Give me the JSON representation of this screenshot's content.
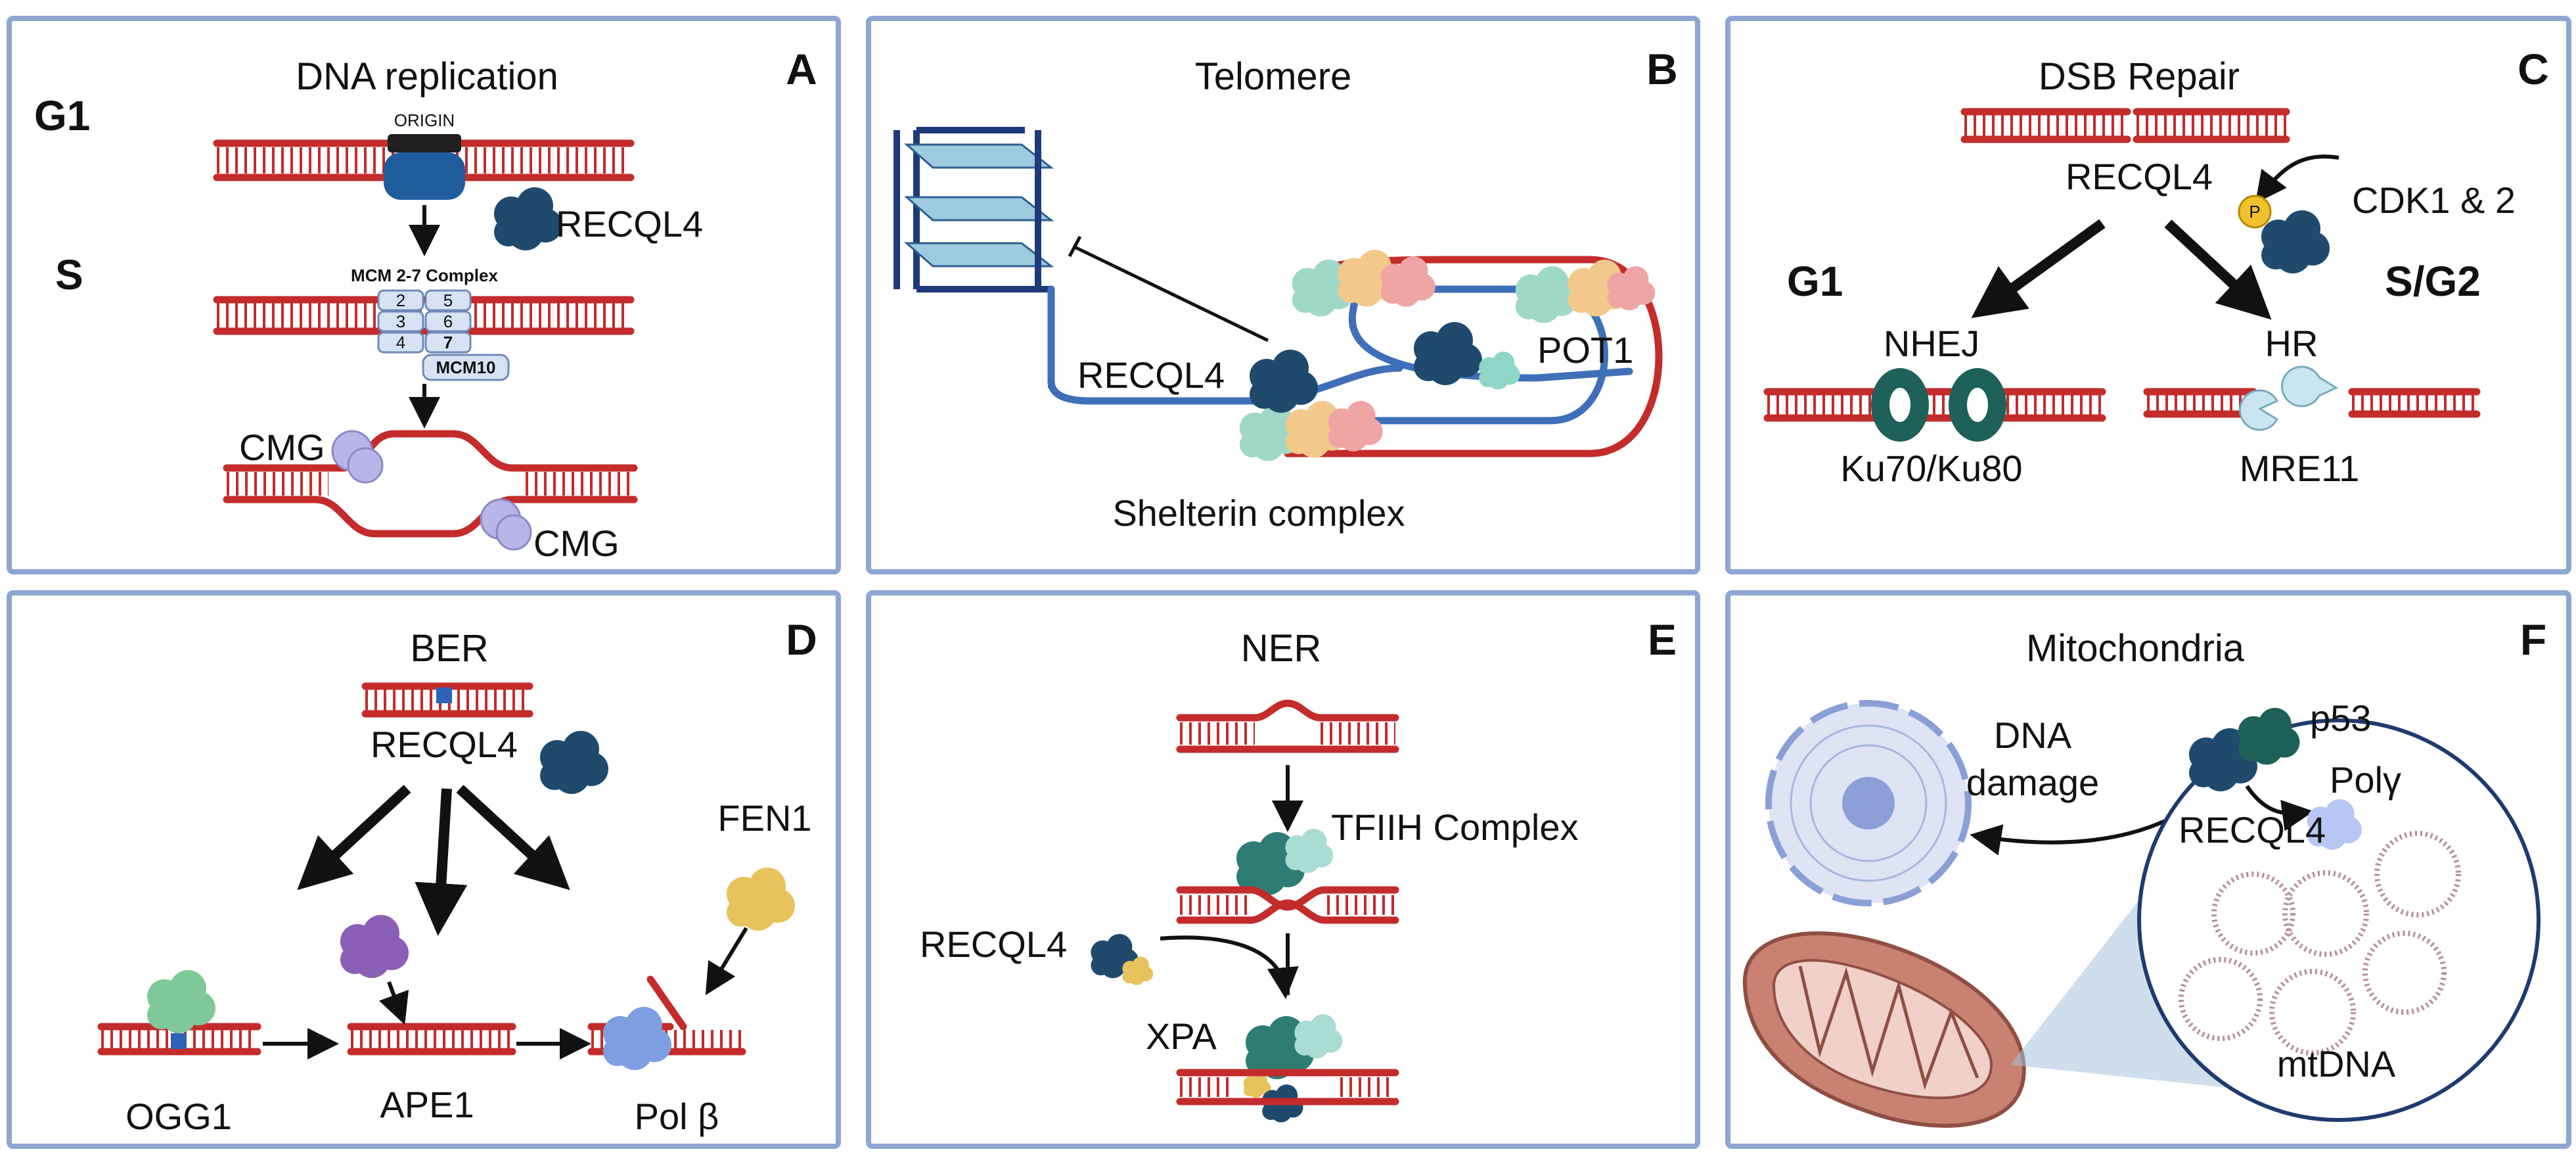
{
  "colors": {
    "frame": "#8ea6d2",
    "dna": "#c42b2b",
    "recql4": "#1f4a6e",
    "ku": "#1d6158",
    "ogg1": "#7fc89a",
    "ape1": "#8a5fb5",
    "polb": "#7d9ee0",
    "fen1": "#e8c25c",
    "cmg": "#b9b5e8",
    "pot1": "#8ed6c6",
    "mito": "#c98272",
    "nucleus": "#c9d2ee"
  },
  "panels": {
    "A": {
      "letter": "A",
      "title": "DNA replication",
      "phase_g1": "G1",
      "phase_s": "S",
      "origin": "ORIGIN",
      "recql4": "RECQL4",
      "mcm_complex": "MCM 2-7 Complex",
      "mcm_numbers": [
        "2",
        "5",
        "3",
        "6",
        "4",
        "7"
      ],
      "mcm10": "MCM10",
      "cmg_left": "CMG",
      "cmg_right": "CMG",
      "icons": [
        "dna-duplex-icon",
        "origin-complex-icon",
        "recql4-protein-icon",
        "cmg-helicase-icon"
      ]
    },
    "B": {
      "letter": "B",
      "title": "Telomere",
      "recql4": "RECQL4",
      "pot1": "POT1",
      "shelterin": "Shelterin complex",
      "icons": [
        "g-quadruplex-icon",
        "t-loop-icon",
        "shelterin-protein-icon"
      ]
    },
    "C": {
      "letter": "C",
      "title": "DSB Repair",
      "recql4": "RECQL4",
      "kinase": "CDK1 & 2",
      "phospho": "P",
      "phase_g1": "G1",
      "phase_sg2": "S/G2",
      "nhej": "NHEJ",
      "hr": "HR",
      "ku": "Ku70/Ku80",
      "mre11": "MRE11",
      "icons": [
        "broken-dna-icon",
        "ku-ring-icon",
        "mre11-pacman-icon",
        "phosphate-icon"
      ]
    },
    "D": {
      "letter": "D",
      "title": "BER",
      "recql4": "RECQL4",
      "fen1": "FEN1",
      "ogg1": "OGG1",
      "ape1": "APE1",
      "polb": "Pol β",
      "icons": [
        "damaged-base-icon",
        "ogg1-protein-icon",
        "ape1-protein-icon",
        "polb-protein-icon",
        "fen1-protein-icon"
      ]
    },
    "E": {
      "letter": "E",
      "title": "NER",
      "tfiih": "TFIIH Complex",
      "recql4": "RECQL4",
      "xpa": "XPA",
      "icons": [
        "bubble-dna-icon",
        "tfiih-protein-icon",
        "xpa-protein-icon"
      ]
    },
    "F": {
      "letter": "F",
      "title": "Mitochondria",
      "dna_damage": [
        "DNA",
        "damage"
      ],
      "p53": "p53",
      "poly": "Polγ",
      "recql4": "RECQL4",
      "mtdna": "mtDNA",
      "icons": [
        "nucleus-icon",
        "mitochondrion-icon",
        "mtdna-circle-icon"
      ]
    }
  }
}
